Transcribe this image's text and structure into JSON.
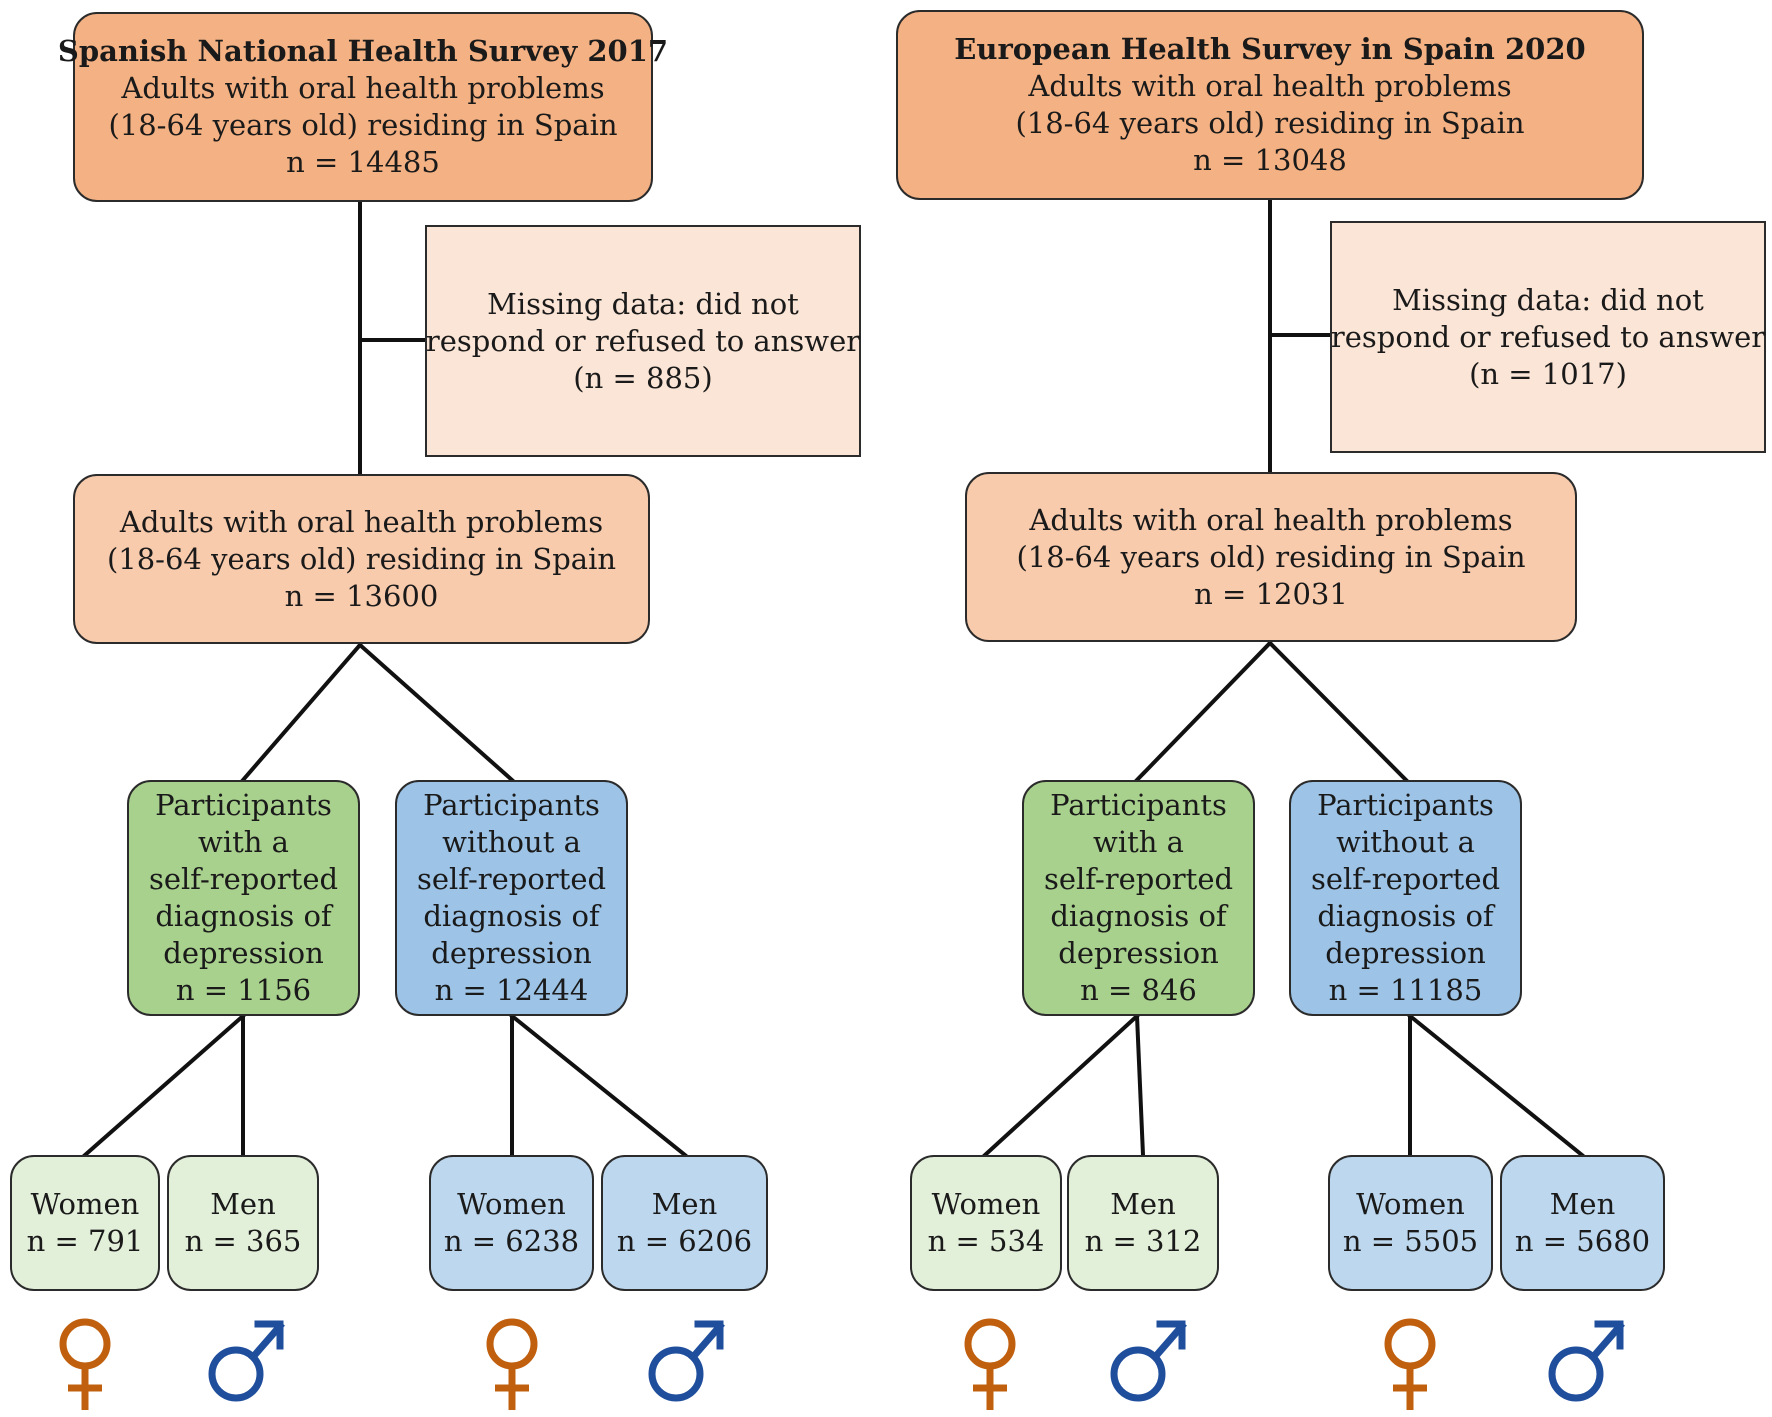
{
  "colors": {
    "survey_box": "#f4b183",
    "sample_box": "#f8cbad",
    "missing_box": "#fbe5d6",
    "with_depression": "#a9d18e",
    "with_depression_sex": "#e2efd9",
    "without_depression": "#9dc3e6",
    "without_depression_sex": "#bdd7ee",
    "female_symbol": "#c0600f",
    "male_symbol": "#1f4e9c"
  },
  "left": {
    "survey": {
      "title": "Spanish National Health Survey 2017",
      "line1": "Adults with oral health problems",
      "line2": "(18-64 years old) residing in Spain",
      "n": "n = 14485"
    },
    "missing": {
      "line1": "Missing data: did not",
      "line2": "respond or refused to answer",
      "n": "(n = 885)"
    },
    "sample": {
      "line1": "Adults with oral health problems",
      "line2": "(18-64 years old) residing in Spain",
      "n": "n = 13600"
    },
    "with": {
      "lines": [
        "Participants",
        "with a",
        "self-reported",
        "diagnosis of",
        "depression"
      ],
      "n": "n = 1156"
    },
    "without": {
      "lines": [
        "Participants",
        "without a",
        "self-reported",
        "diagnosis of",
        "depression"
      ],
      "n": "n = 12444"
    },
    "with_women": {
      "label": "Women",
      "n": "n = 791"
    },
    "with_men": {
      "label": "Men",
      "n": "n = 365"
    },
    "without_women": {
      "label": "Women",
      "n": "n = 6238"
    },
    "without_men": {
      "label": "Men",
      "n": "n = 6206"
    }
  },
  "right": {
    "survey": {
      "title": "European Health Survey in Spain 2020",
      "line1": "Adults with oral health problems",
      "line2": "(18-64 years old) residing in Spain",
      "n": "n = 13048"
    },
    "missing": {
      "line1": "Missing data: did not",
      "line2": "respond or refused to answer",
      "n": "(n = 1017)"
    },
    "sample": {
      "line1": "Adults with oral health problems",
      "line2": "(18-64 years old) residing in Spain",
      "n": "n = 12031"
    },
    "with": {
      "lines": [
        "Participants",
        "with a",
        "self-reported",
        "diagnosis of",
        "depression"
      ],
      "n": "n = 846"
    },
    "without": {
      "lines": [
        "Participants",
        "without a",
        "self-reported",
        "diagnosis of",
        "depression"
      ],
      "n": "n = 11185"
    },
    "with_women": {
      "label": "Women",
      "n": "n = 534"
    },
    "with_men": {
      "label": "Men",
      "n": "n = 312"
    },
    "without_women": {
      "label": "Women",
      "n": "n = 5505"
    },
    "without_men": {
      "label": "Men",
      "n": "n = 5680"
    }
  }
}
